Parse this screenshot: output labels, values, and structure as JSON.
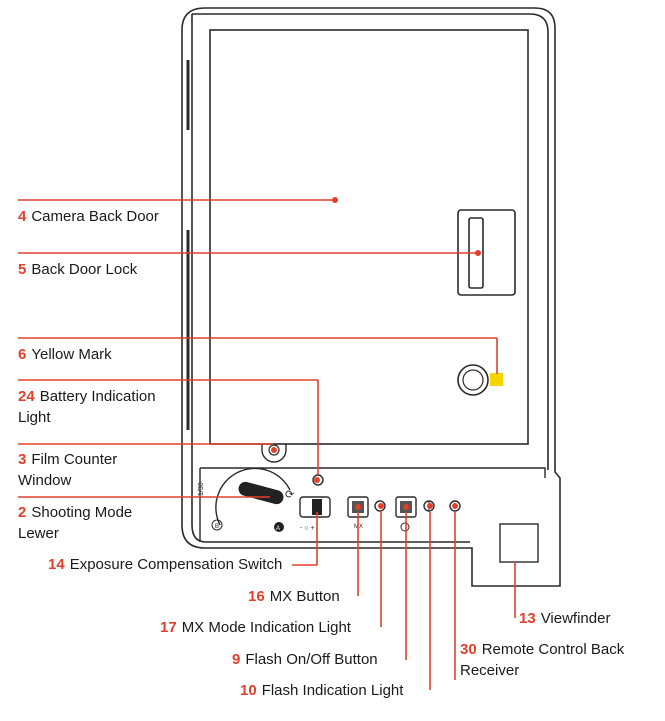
{
  "colors": {
    "accent": "#e2402b",
    "outline": "#2a2a2a",
    "yellow_mark": "#f5d400"
  },
  "labels": [
    {
      "num": "4",
      "text": "Camera Back Door"
    },
    {
      "num": "5",
      "text": "Back Door Lock"
    },
    {
      "num": "6",
      "text": "Yellow Mark"
    },
    {
      "num": "24",
      "text": "Battery Indication\nLight"
    },
    {
      "num": "3",
      "text": "Film Counter\nWindow"
    },
    {
      "num": "2",
      "text": "Shooting Mode\nLewer"
    },
    {
      "num": "14",
      "text": "Exposure Compensation Switch"
    },
    {
      "num": "16",
      "text": "MX Button"
    },
    {
      "num": "17",
      "text": "MX Mode Indication Light"
    },
    {
      "num": "9",
      "text": "Flash On/Off Button"
    },
    {
      "num": "10",
      "text": "Flash Indication Light"
    },
    {
      "num": "13",
      "text": "Viewfinder"
    },
    {
      "num": "30",
      "text": "Remote Control Back\nReceiver"
    }
  ],
  "camera_marks": {
    "dial_text": "1/30",
    "mode_a": "A",
    "mode_b": "B",
    "switch_marks": "- ○ +",
    "mx_text": "MX"
  }
}
